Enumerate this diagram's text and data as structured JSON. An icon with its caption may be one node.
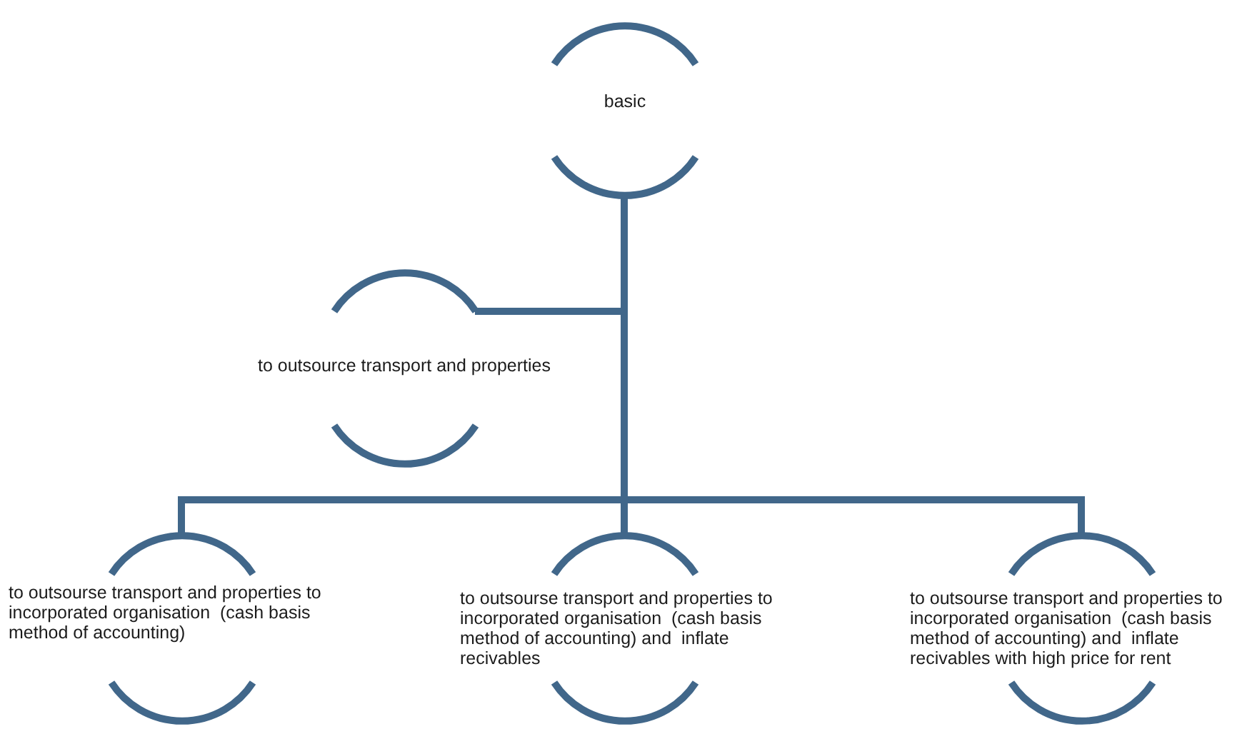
{
  "diagram": {
    "nodes": [
      {
        "text": [
          "basic"
        ]
      },
      {
        "text": [
          "to outsource transport and properties"
        ]
      },
      {
        "text": [
          "to outsourse transport and properties to incorporated organisation  (cash basis method of accounting)"
        ]
      },
      {
        "text": [
          "to outsourse transport and properties to incorporated organisation  (cash basis method of accounting) and  inflate recivables"
        ]
      },
      {
        "text": [
          "to outsourse transport and properties to incorporated organisation  (cash basis method of accounting) and  inflate recivables with high price for rent"
        ]
      }
    ],
    "edges": [
      {
        "from": 0,
        "to": 1,
        "arrow": "none"
      },
      {
        "from": 0,
        "to": 2,
        "arrow": "none"
      },
      {
        "from": 0,
        "to": 3,
        "arrow": "none"
      },
      {
        "from": 0,
        "to": 4,
        "arrow": "none"
      }
    ]
  }
}
